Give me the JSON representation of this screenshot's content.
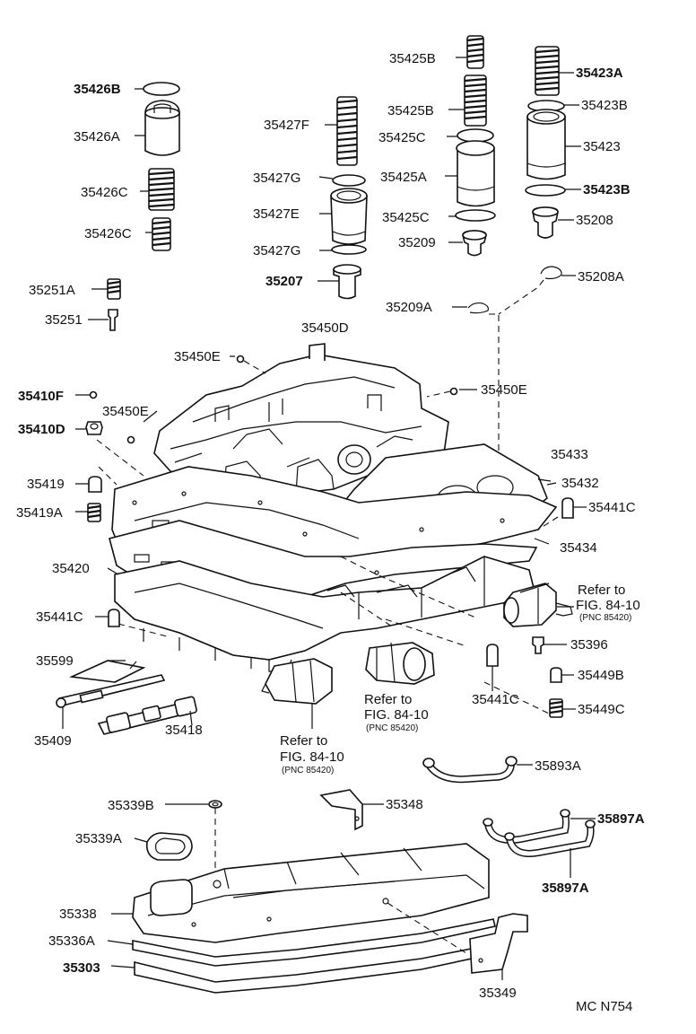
{
  "labels": {
    "p35426B": "35426B",
    "p35426A": "35426A",
    "p35426C1": "35426C",
    "p35426C2": "35426C",
    "p35427F": "35427F",
    "p35427G1": "35427G",
    "p35427E": "35427E",
    "p35427G2": "35427G",
    "p35207": "35207",
    "p35425B1": "35425B",
    "p35425B2": "35425B",
    "p35425C1": "35425C",
    "p35425A": "35425A",
    "p35425C2": "35425C",
    "p35209": "35209",
    "p35423A": "35423A",
    "p35423B1": "35423B",
    "p35423": "35423",
    "p35423B2": "35423B",
    "p35208": "35208",
    "p35208A": "35208A",
    "p35209A": "35209A",
    "p35251A": "35251A",
    "p35251": "35251",
    "p35450D": "35450D",
    "p35450E1": "35450E",
    "p35450E2": "35450E",
    "p35450E3": "35450E",
    "p35410F": "35410F",
    "p35410D": "35410D",
    "p35433": "35433",
    "p35432": "35432",
    "p35441C1": "35441C",
    "p35434": "35434",
    "p35419": "35419",
    "p35419A": "35419A",
    "p35420": "35420",
    "p35441C2": "35441C",
    "p35396": "35396",
    "p35449B": "35449B",
    "p35441C3": "35441C",
    "p35449C": "35449C",
    "p35599": "35599",
    "p35409": "35409",
    "p35418": "35418",
    "p35893A": "35893A",
    "p35339B": "35339B",
    "p35348": "35348",
    "p35339A": "35339A",
    "p35897A1": "35897A",
    "p35897A2": "35897A",
    "p35338": "35338",
    "p35336A": "35336A",
    "p35303": "35303",
    "p35349": "35349"
  },
  "refs": {
    "ref1": {
      "line1": "Refer to",
      "line2": "FIG. 84-10",
      "line3": "(PNC 85420)"
    },
    "ref2": {
      "line1": "Refer to",
      "line2": "FIG. 84-10",
      "line3": "(PNC 85420)"
    },
    "ref3": {
      "line1": "Refer to",
      "line2": "FIG. 84-10",
      "line3": "(PNC 85420)"
    }
  },
  "figure_code": "MC N754"
}
